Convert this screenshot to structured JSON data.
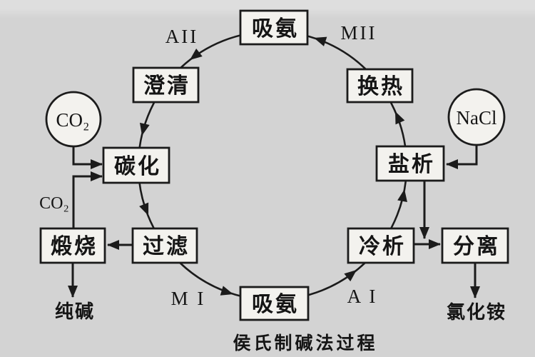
{
  "diagram": {
    "caption": "侯氏制碱法过程",
    "nodes": {
      "absorb_ammonia_top": "吸氨",
      "clarify": "澄清",
      "carbonate": "碳化",
      "calcine": "煅烧",
      "filter": "过滤",
      "absorb_ammonia_bottom": "吸氨",
      "cool_crystallize": "冷析",
      "separate": "分离",
      "salt_out": "盐析",
      "heat_exchange": "换热"
    },
    "inputs": {
      "co2_feed": "CO₂",
      "co2_recycle": "CO₂",
      "nacl_feed": "NaCl"
    },
    "products": {
      "soda_ash": "纯碱",
      "ammonium_chloride": "氯化铵"
    },
    "flow_labels": {
      "aii": "AII",
      "mii": "MII",
      "mi": "M I",
      "ai": "A I"
    },
    "colors": {
      "background": "#d3d3d3",
      "stroke": "#1b1b1b",
      "box_fill": "#f3f2ee",
      "ink": "#151515"
    }
  }
}
